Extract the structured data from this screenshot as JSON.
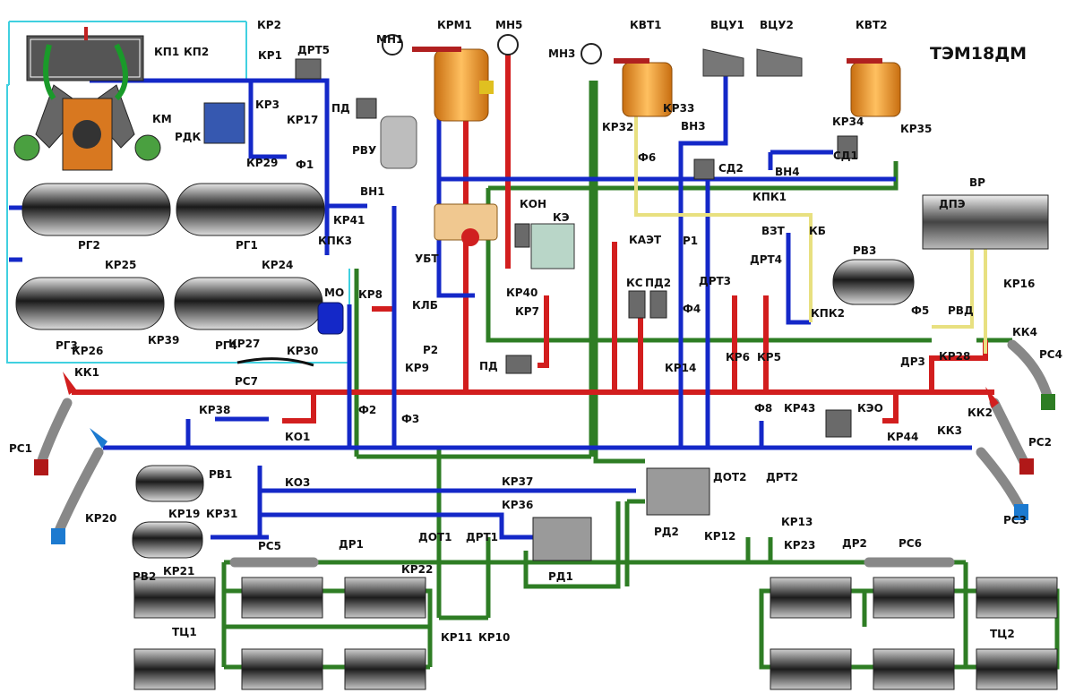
{
  "title": "ТЭМ18ДМ",
  "colors": {
    "main_line": "#d21e1e",
    "feed_line": "#1428c8",
    "brake_line": "#2e7d24",
    "control_line": "#e8e080",
    "frame_line": "#40d0e0",
    "hose": "#888888"
  },
  "labels": {
    "kp1": "КП1",
    "kp2": "КП2",
    "kr2": "КР2",
    "kr1": "КР1",
    "drt5": "ДРТ5",
    "mn1": "МН1",
    "krm1": "КРМ1",
    "mn5": "МН5",
    "mn3": "МН3",
    "kvt1": "КВТ1",
    "vcu1": "ВЦУ1",
    "vcu2": "ВЦУ2",
    "kvt2": "КВТ2",
    "km": "КМ",
    "rdk": "РДК",
    "kr3": "КР3",
    "kr17": "КР17",
    "pd_top": "ПД",
    "rvu": "РВУ",
    "kr29": "КР29",
    "f1": "Ф1",
    "kr32": "КР32",
    "kr33": "КР33",
    "vn3": "ВН3",
    "f6": "Ф6",
    "sd2": "СД2",
    "vn4": "ВН4",
    "sd1": "СД1",
    "kr34": "КР34",
    "kr35": "КР35",
    "kpk1": "КПК1",
    "rg2": "РГ2",
    "kr25": "КР25",
    "rg1": "РГ1",
    "kr24": "КР24",
    "vn1": "ВН1",
    "kr41": "КР41",
    "kpk3": "КПК3",
    "ubt": "УБТ",
    "kon": "КОН",
    "ke": "КЭ",
    "kaet": "КАЭТ",
    "p1": "Р1",
    "vzt": "ВЗТ",
    "kb": "КБ",
    "rv3": "РВ3",
    "vr": "ВР",
    "dpe": "ДПЭ",
    "kr8": "КР8",
    "klb": "КЛБ",
    "mo": "МО",
    "kr40": "КР40",
    "kr7": "КР7",
    "ks": "КС",
    "pd2": "ПД2",
    "drt3": "ДРТ3",
    "drt4": "ДРТ4",
    "f4": "Ф4",
    "kpk2": "КПК2",
    "f5": "Ф5",
    "rvd": "РВД",
    "kr16": "КР16",
    "rg3": "РГ3",
    "kr26": "КР26",
    "kr39": "КР39",
    "rg4": "РГ4",
    "kr27": "КР27",
    "kr30": "КР30",
    "p2": "Р2",
    "kr9": "КР9",
    "pd_mid": "ПД",
    "kr14": "КР14",
    "kr6": "КР6",
    "kr5": "КР5",
    "dr3": "ДР3",
    "kr28": "КР28",
    "kk4": "КК4",
    "rs4": "РС4",
    "rs7": "РС7",
    "kk1": "КК1",
    "f2": "Ф2",
    "f3": "Ф3",
    "f8": "Ф8",
    "kr43": "КР43",
    "keo": "КЭО",
    "kk2": "КК2",
    "kr38": "КР38",
    "ko1": "КО1",
    "rs1": "РС1",
    "rs2": "РС2",
    "kk3": "КК3",
    "kr44": "КР44",
    "rv1": "РВ1",
    "ko3": "КО3",
    "kr37": "КР37",
    "kr36": "КР36",
    "dot2": "ДОТ2",
    "drt2": "ДРТ2",
    "kr20": "КР20",
    "kr19": "КР19",
    "kr31": "КР31",
    "rd2": "РД2",
    "kr13": "КР13",
    "kr12": "КР12",
    "rs3": "РС3",
    "rv2": "РВ2",
    "rs5": "РС5",
    "dr1": "ДР1",
    "dot1": "ДОТ1",
    "drt1": "ДРТ1",
    "kr23": "КР23",
    "dr2": "ДР2",
    "rs6": "РС6",
    "kr21": "КР21",
    "kr22": "КР22",
    "rd1": "РД1",
    "tc1": "ТЦ1",
    "tc2": "ТЦ2",
    "kr11": "КР11",
    "kr10": "КР10"
  }
}
